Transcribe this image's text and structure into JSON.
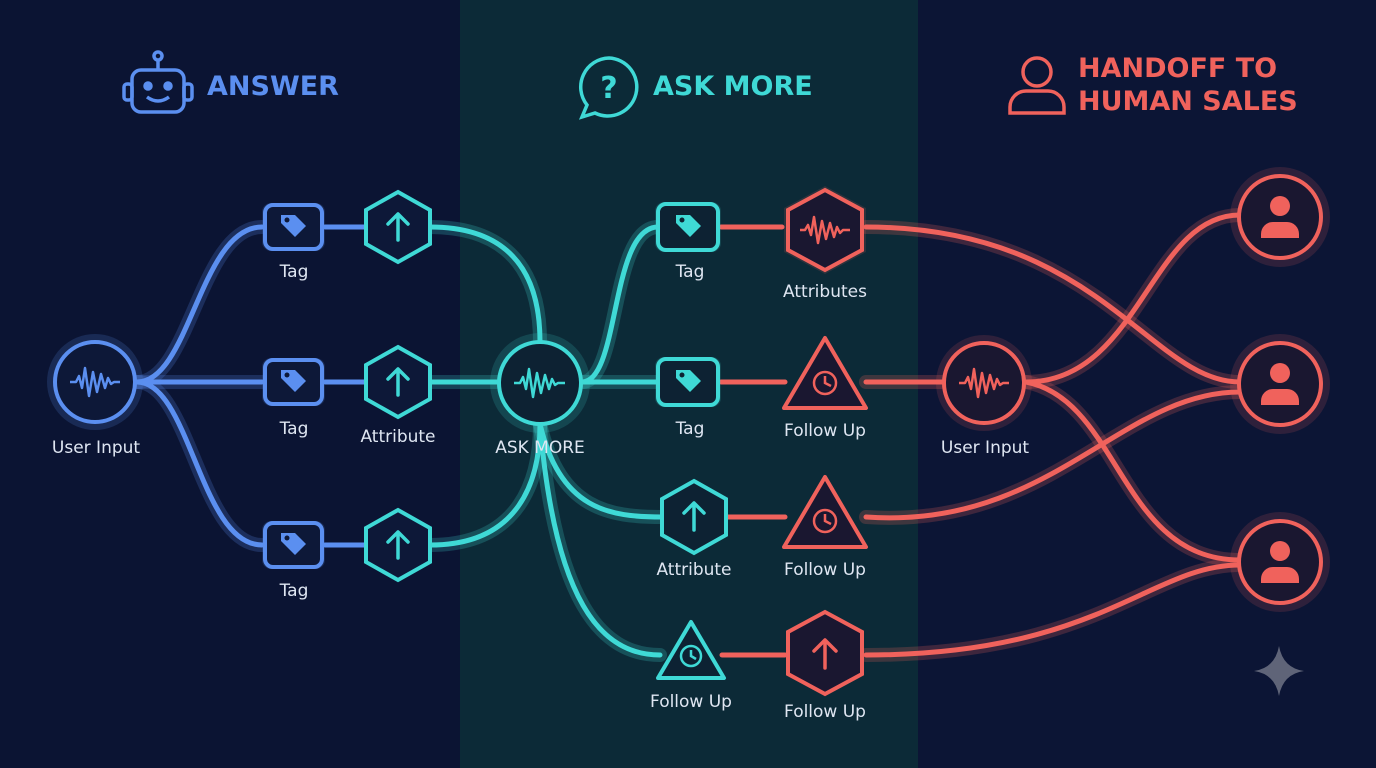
{
  "headers": {
    "answer": "ANSWER",
    "ask_more": "ASK MORE",
    "handoff_line1": "HANDOFF TO",
    "handoff_line2": "HUMAN SALES"
  },
  "nodes": {
    "left_input": "User Input",
    "left_tag_top": "Tag",
    "left_tag_mid": "Tag",
    "left_tag_bot": "Tag",
    "left_attribute_mid": "Attribute",
    "center_hub": "ASK MORE",
    "mid_tag_top": "Tag",
    "mid_tag_mid": "Tag",
    "mid_attribute": "Attribute",
    "mid_follow_up_bot": "Follow Up",
    "right_attributes": "Attributes",
    "right_follow_up_1": "Follow Up",
    "right_follow_up_2": "Follow Up",
    "right_follow_up_3": "Follow Up",
    "right_input": "User Input"
  },
  "colors": {
    "blue": "#5b8ff0",
    "cyan": "#3fd9d6",
    "red": "#f0625c",
    "label": "#dfe6f2"
  },
  "icons": [
    "robot-icon",
    "question-bubble-icon",
    "person-icon",
    "waveform-icon",
    "tag-icon",
    "arrow-up-icon",
    "clock-icon",
    "sparkle-icon"
  ]
}
